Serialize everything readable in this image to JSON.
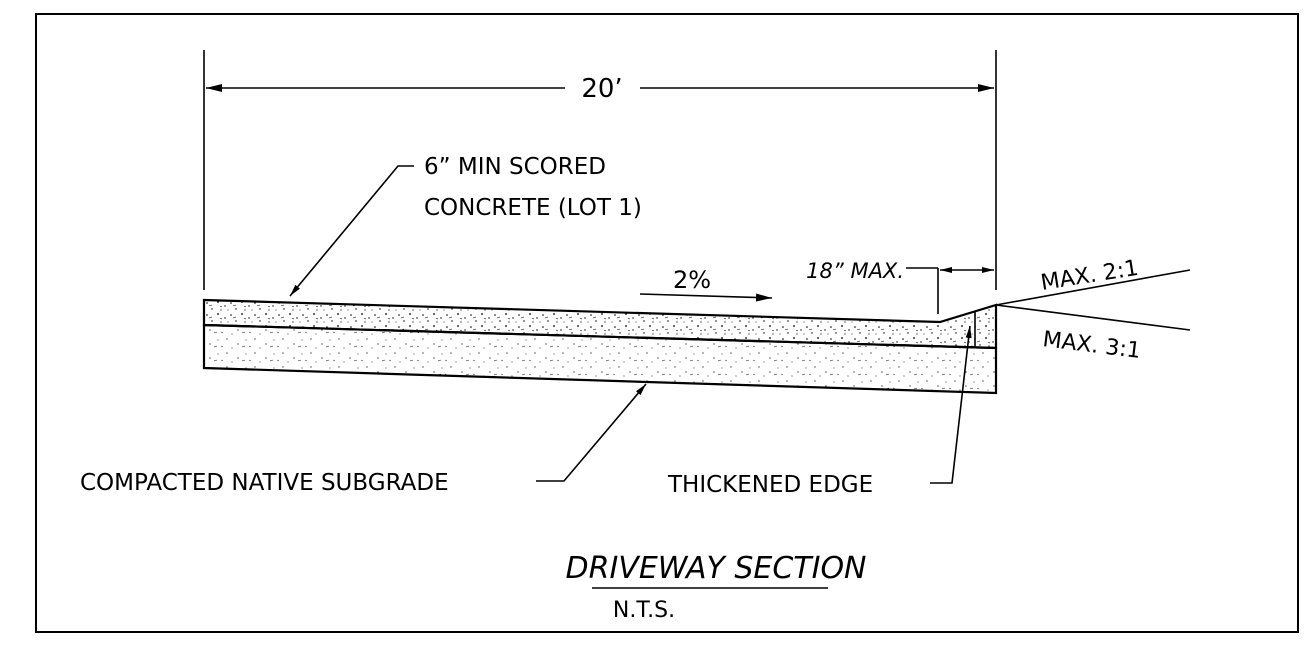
{
  "drawing": {
    "dimension_width": "20’",
    "concrete_callout_line1": "6” MIN SCORED",
    "concrete_callout_line2": "CONCRETE (LOT 1)",
    "slope": "2%",
    "edge_offset": "18” MAX.",
    "slope_upper": "MAX. 2:1",
    "slope_lower": "MAX. 3:1",
    "subgrade_label": "COMPACTED NATIVE SUBGRADE",
    "edge_label": "THICKENED EDGE",
    "title": "DRIVEWAY SECTION",
    "scale_note": "N.T.S."
  }
}
